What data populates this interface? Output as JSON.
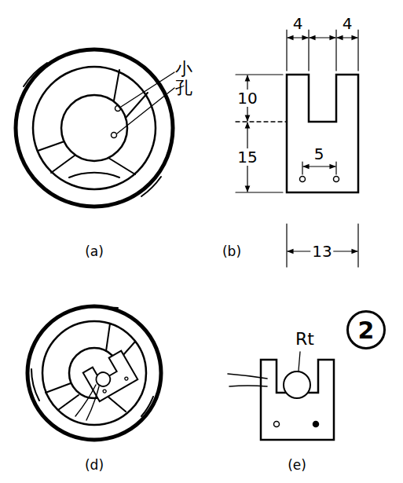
{
  "diagram": {
    "nodes": [
      {
        "text": [
          "2"
        ]
      }
    ],
    "labels": [
      "小孔",
      "10",
      "15",
      "4",
      "4",
      "5",
      "13",
      "(a)",
      "(b)",
      "(d)",
      "(e)",
      "Rt"
    ]
  }
}
